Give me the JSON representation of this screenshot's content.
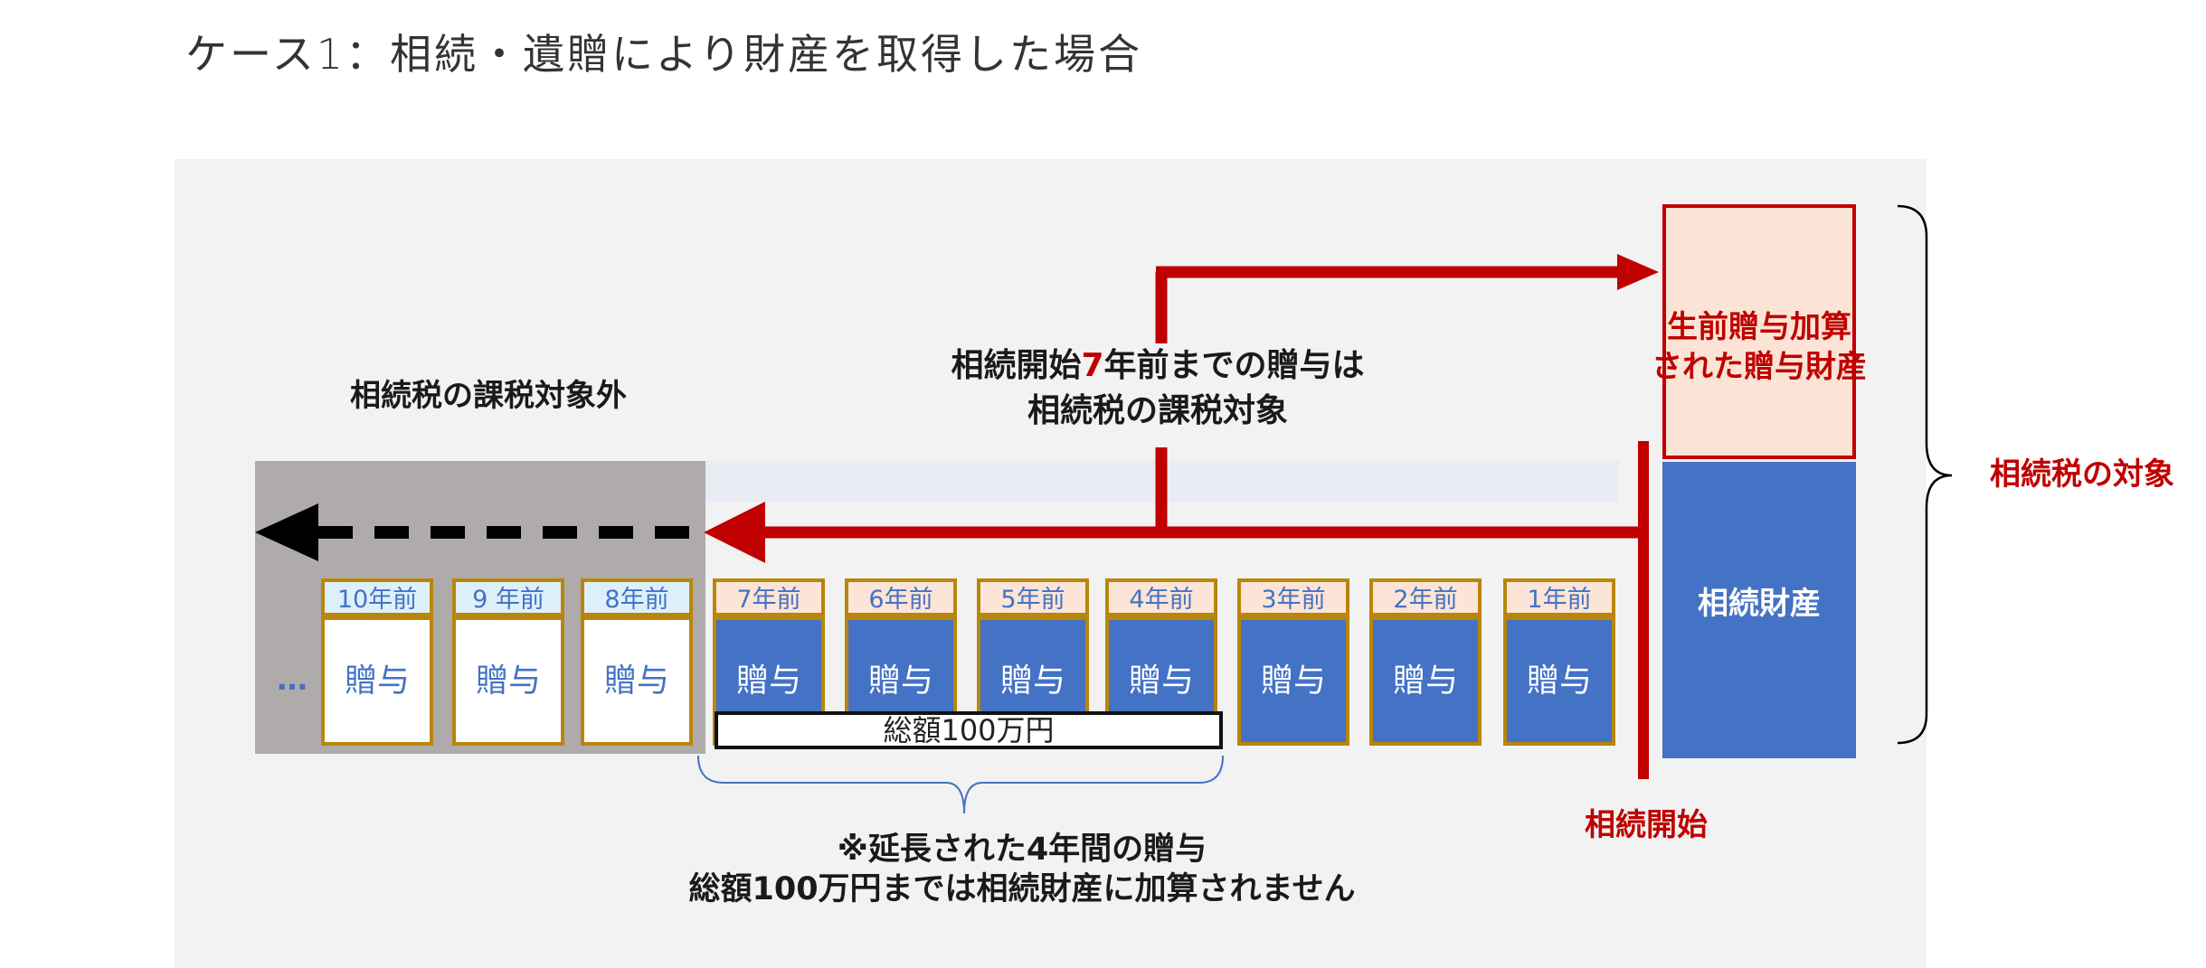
{
  "title": "ケース1：相続・遺贈により財産を取得した場合",
  "labels": {
    "outside": "相続税の課税対象外",
    "seven_pre": "相続開始",
    "seven_num": "7",
    "seven_post": "年前までの贈与は",
    "seven_line2": "相続税の課税対象",
    "note_line1": "※延長された4年間の贈与",
    "note_line2": "総額100万円までは相続財産に加算されません",
    "inheritance_start": "相続開始",
    "tax_target": "相続税の対象",
    "prior_gift_line1": "生前贈与加算",
    "prior_gift_line2": "された贈与財産",
    "inherited_property": "相続財産",
    "total_amount": "総額100万円",
    "dots": "…"
  },
  "years": [
    {
      "label": "10年前",
      "gift": "贈与",
      "zone": "excluded"
    },
    {
      "label": "9 年前",
      "gift": "贈与",
      "zone": "excluded"
    },
    {
      "label": "8年前",
      "gift": "贈与",
      "zone": "excluded"
    },
    {
      "label": "7年前",
      "gift": "贈与",
      "zone": "extended"
    },
    {
      "label": "6年前",
      "gift": "贈与",
      "zone": "extended"
    },
    {
      "label": "5年前",
      "gift": "贈与",
      "zone": "extended"
    },
    {
      "label": "4年前",
      "gift": "贈与",
      "zone": "extended"
    },
    {
      "label": "3年前",
      "gift": "贈与",
      "zone": "included"
    },
    {
      "label": "2年前",
      "gift": "贈与",
      "zone": "included"
    },
    {
      "label": "1年前",
      "gift": "贈与",
      "zone": "included"
    }
  ],
  "colors": {
    "red": "#c00000",
    "blue": "#4472c4",
    "gold": "#b8860b"
  }
}
